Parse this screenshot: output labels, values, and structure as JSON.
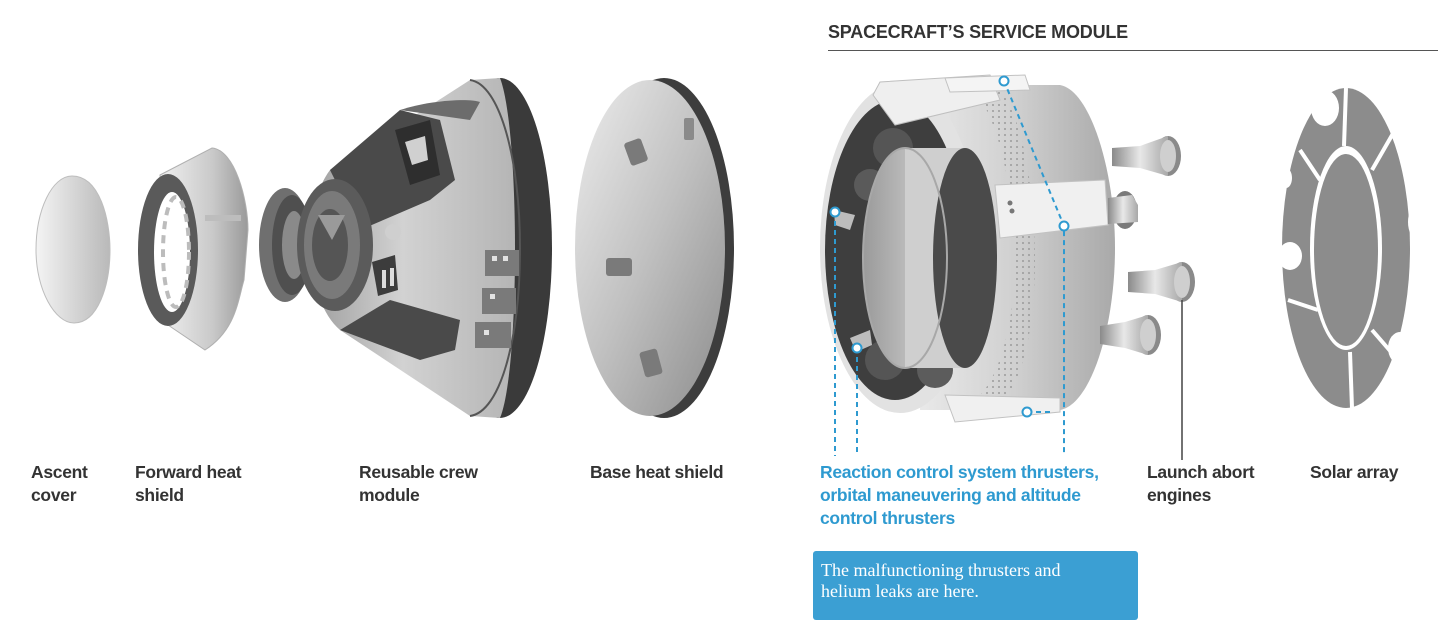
{
  "section_title": "SPACECRAFT’S SERVICE MODULE",
  "labels": {
    "ascent_cover": [
      "Ascent",
      "cover"
    ],
    "forward_heat_shield": [
      "Forward heat",
      "shield"
    ],
    "crew_module": [
      "Reusable crew",
      "module"
    ],
    "base_heat_shield": [
      "Base heat shield"
    ],
    "thrusters": [
      "Reaction control system thrusters,",
      "orbital maneuvering and altitude",
      "control thrusters"
    ],
    "launch_abort": [
      "Launch abort",
      "engines"
    ],
    "solar_array": [
      "Solar array"
    ]
  },
  "callout": [
    "The malfunctioning thrusters and",
    "helium leaks are here."
  ],
  "colors": {
    "label_text": "#333333",
    "highlight_blue": "#2e9ad0",
    "callout_bg": "#3b9fd3",
    "dark_gray": "#4a4a4a",
    "mid_gray": "#8a8a8a",
    "light_gray": "#d6d6d6"
  }
}
